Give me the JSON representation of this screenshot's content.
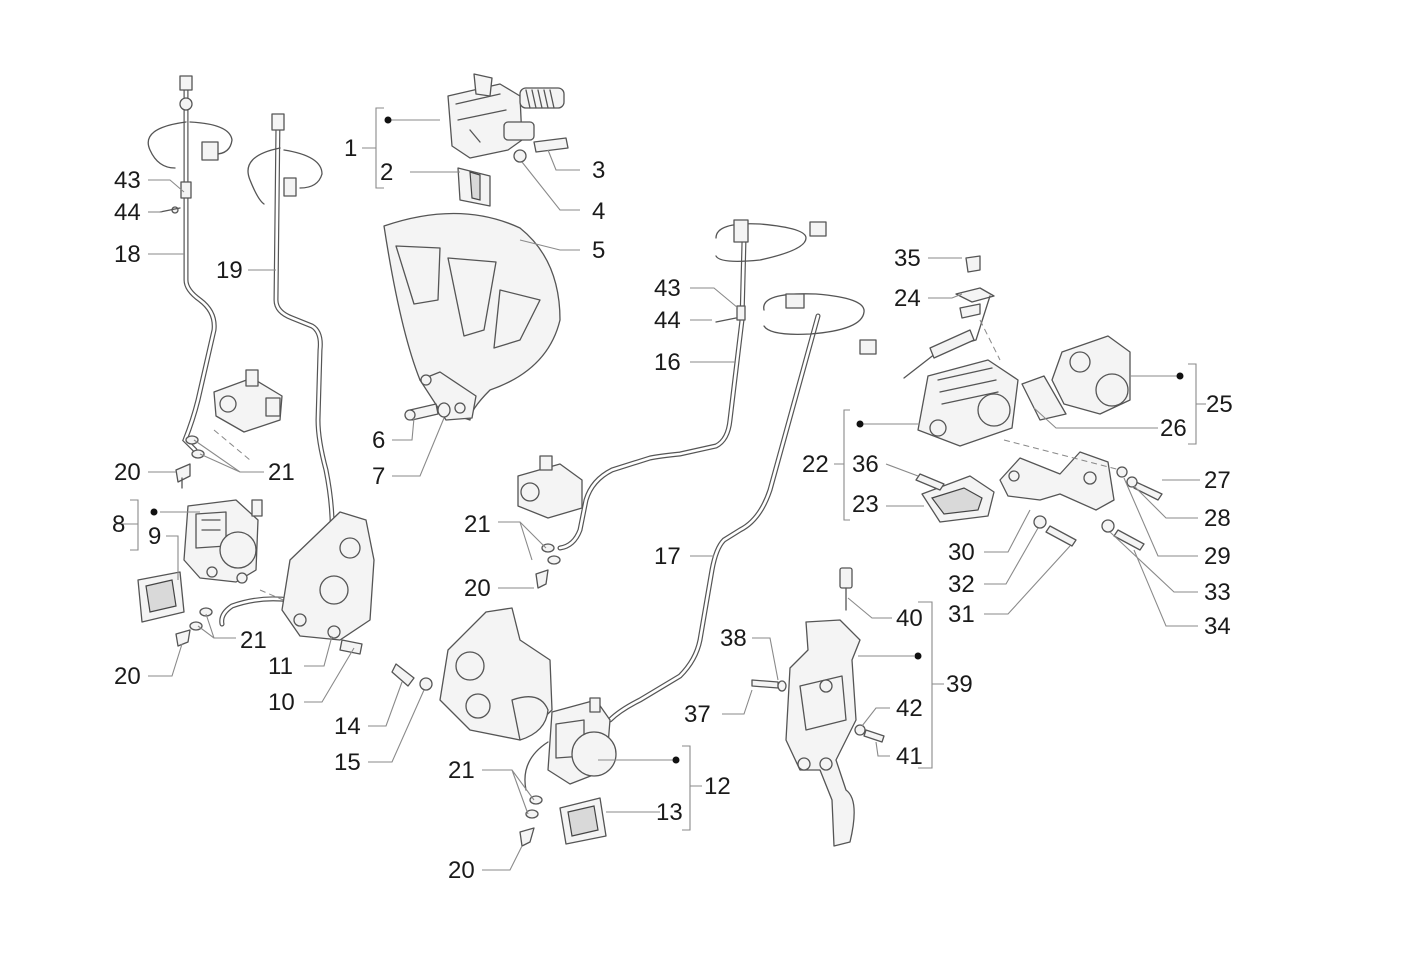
{
  "labels": {
    "l1": "1",
    "l2": "2",
    "l3": "3",
    "l4": "4",
    "l5": "5",
    "l6": "6",
    "l7": "7",
    "l8": "8",
    "l9": "9",
    "l10": "10",
    "l11": "11",
    "l12": "12",
    "l13": "13",
    "l14": "14",
    "l15": "15",
    "l16": "16",
    "l17": "17",
    "l18": "18",
    "l19": "19",
    "l20a": "20",
    "l20b": "20",
    "l20c": "20",
    "l20d": "20",
    "l21a": "21",
    "l21b": "21",
    "l21c": "21",
    "l21d": "21",
    "l22": "22",
    "l23": "23",
    "l24": "24",
    "l25": "25",
    "l26": "26",
    "l27": "27",
    "l28": "28",
    "l29": "29",
    "l30": "30",
    "l31": "31",
    "l32": "32",
    "l33": "33",
    "l34": "34",
    "l35": "35",
    "l36": "36",
    "l37": "37",
    "l38": "38",
    "l39": "39",
    "l40": "40",
    "l41": "41",
    "l42": "42",
    "l43a": "43",
    "l43b": "43",
    "l44a": "44",
    "l44b": "44"
  }
}
